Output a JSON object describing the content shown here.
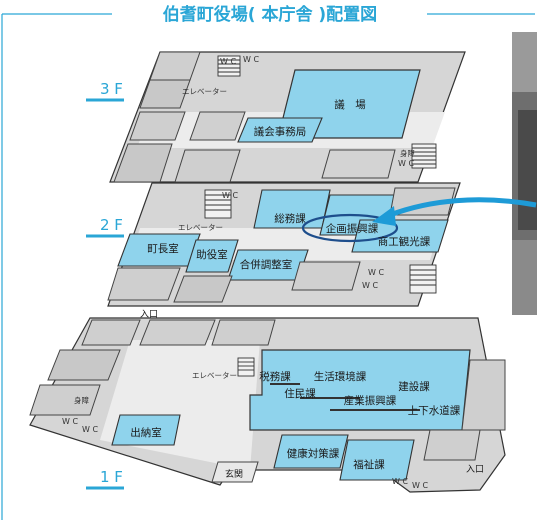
{
  "title": "伯耆町役場( 本庁舎 )配置図",
  "colors": {
    "accent": "#2aa6d6",
    "room_fill": "#8fd3ec",
    "floor_fill": "#d8d8d8",
    "wall": "#3a3a3a",
    "arrow": "#1e9bd7"
  },
  "floors": {
    "f3": {
      "label": "3 F",
      "rooms": {
        "gijo": "議　場",
        "gikai": "議会事務局",
        "elevator": "エレベーター",
        "wc1": "W C",
        "wc2": "W C",
        "shogai": "身障",
        "shogai_wc": "W C"
      }
    },
    "f2": {
      "label": "2 F",
      "rooms": {
        "somu": "総務課",
        "kikaku": "企画振興課",
        "shoko": "商工観光課",
        "chocho": "町長室",
        "joyaku": "助役室",
        "gappei": "合併調整室",
        "elevator": "エレベーター",
        "wc_top": "W C",
        "wc_a": "W C",
        "wc_b": "W C"
      }
    },
    "f1": {
      "label": "1 F",
      "rooms": {
        "iriguchi_top": "入口",
        "zeimu": "税務課",
        "seikatsu": "生活環境課",
        "kensetsu": "建設課",
        "jumin": "住民課",
        "sangyo": "産業振興課",
        "gesui": "上下水道課",
        "suito": "出納室",
        "kenko": "健康対策課",
        "fukushi": "福祉課",
        "genkan": "玄関",
        "iriguchi_right": "入口",
        "elevator": "エレベーター",
        "shogai": "身障",
        "wc_l1": "W C",
        "wc_l2": "W C",
        "wc_r1": "W C",
        "wc_r2": "W C"
      }
    }
  },
  "callout": {
    "circled_room": "企画振興課",
    "photo": "building-photo"
  }
}
